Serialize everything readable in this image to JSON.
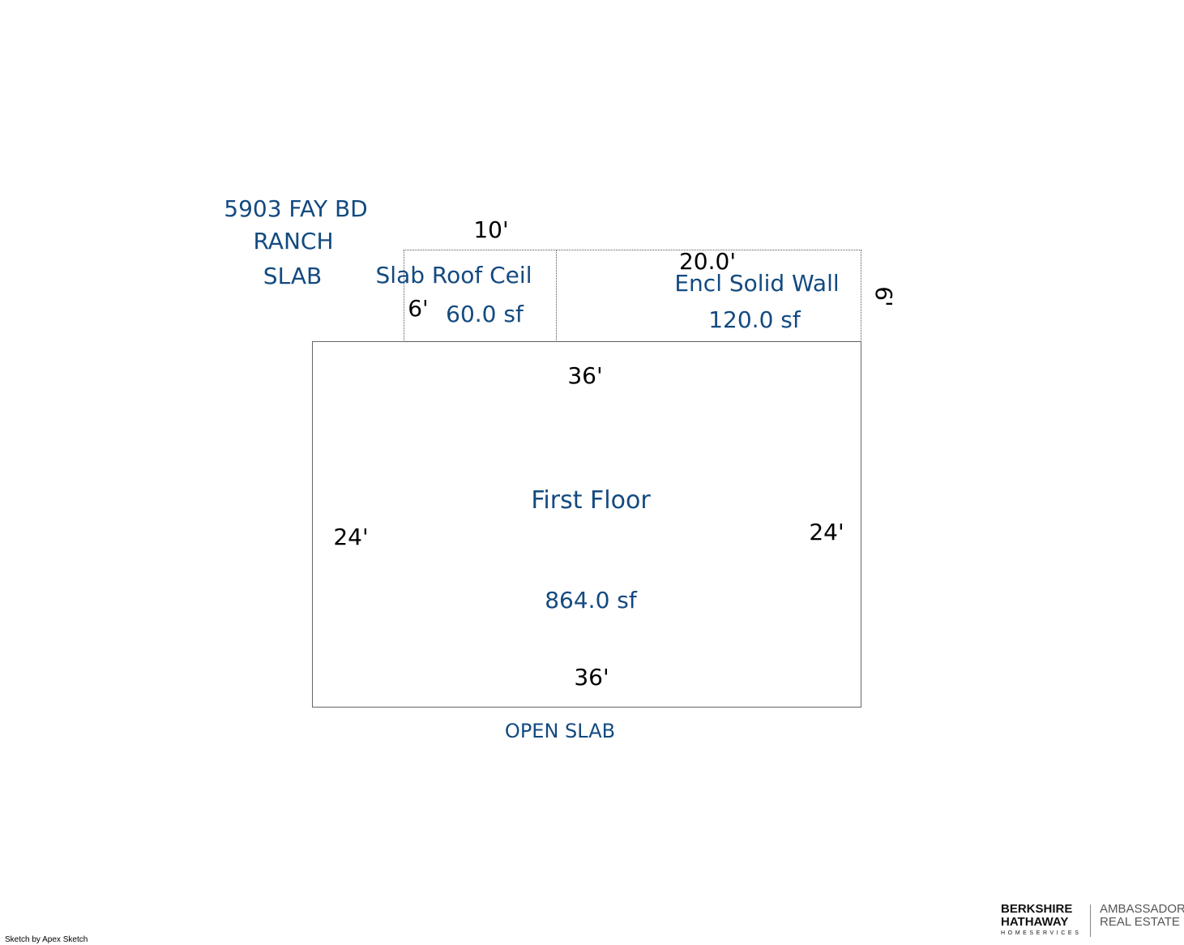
{
  "header": {
    "address": "5903 FAY BD",
    "style": "RANCH",
    "foundation": "SLAB"
  },
  "areas": [
    {
      "name": "Slab Roof Ceil",
      "area": "60.0 sf",
      "dim_top": "10'",
      "dim_left": "6'"
    },
    {
      "name": "Encl Solid Wall",
      "area": "120.0 sf",
      "dim_top": "20.0'",
      "dim_right": "6'"
    },
    {
      "name": "First Floor",
      "area": "864.0 sf",
      "dim_top": "36'",
      "dim_bottom": "36'",
      "dim_left": "24'",
      "dim_right": "24'"
    }
  ],
  "footer_label": "OPEN SLAB",
  "credit": "Sketch by Apex Sketch",
  "logo": {
    "line1": "BERKSHIRE",
    "line2": "HATHAWAY",
    "line3": "HOMESERVICES",
    "right1": "AMBASSADOR",
    "right2": "REAL ESTATE"
  },
  "colors": {
    "label": "#134a80",
    "dimension": "#000000",
    "line": "#666666"
  }
}
